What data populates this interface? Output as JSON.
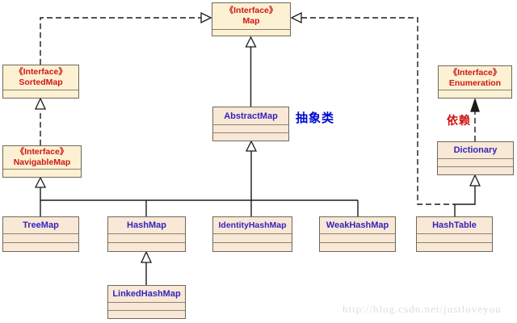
{
  "diagram": {
    "nodes": {
      "map": {
        "stereotype": "《Interface》",
        "name": "Map"
      },
      "sorted_map": {
        "stereotype": "《Interface》",
        "name": "SortedMap"
      },
      "navigable_map": {
        "stereotype": "《Interface》",
        "name": "NavigableMap"
      },
      "enumeration": {
        "stereotype": "《Interface》",
        "name": "Enumeration"
      },
      "abstract_map": {
        "name": "AbstractMap"
      },
      "dictionary": {
        "name": "Dictionary"
      },
      "tree_map": {
        "name": "TreeMap"
      },
      "hash_map": {
        "name": "HashMap"
      },
      "identity_hash_map": {
        "name": "IdentityHashMap"
      },
      "weak_hash_map": {
        "name": "WeakHashMap"
      },
      "hash_table": {
        "name": "HashTable"
      },
      "linked_hash_map": {
        "name": "LinkedHashMap"
      }
    },
    "annotations": {
      "abstract_class": "抽象类",
      "dependency": "依赖"
    },
    "watermark": "http://blog.csdn.net/justloveyou",
    "colors": {
      "interface_fill": "#fcf1d2",
      "class_fill": "#f9e8d6",
      "box_border": "#6e685c",
      "interface_text": "#cf1616",
      "class_text": "#3424bc",
      "annotation_blue": "#0008d0",
      "annotation_red": "#cc1111",
      "connector": "#1a1a1a",
      "watermark_text": "#dcdde3"
    }
  }
}
